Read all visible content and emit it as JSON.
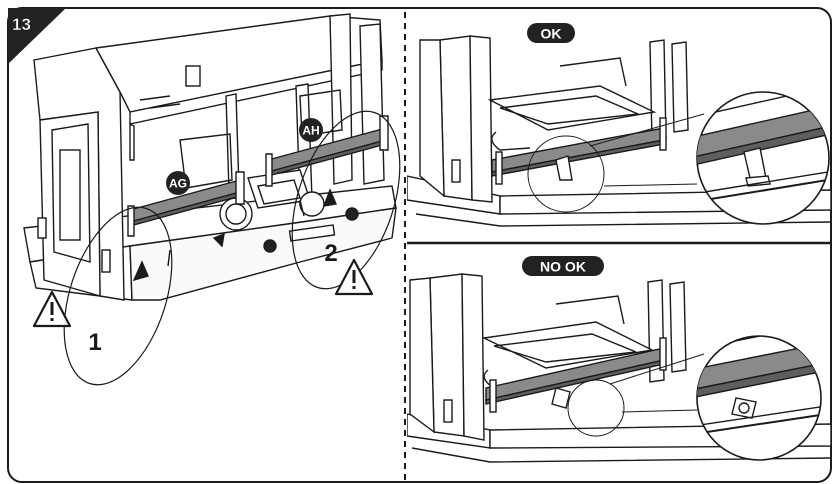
{
  "step": {
    "number": "13"
  },
  "labels": {
    "part_ag": "AG",
    "part_ah": "AH",
    "callout_1": "1",
    "callout_2": "2"
  },
  "status": {
    "ok": "OK",
    "not_ok": "NO OK"
  },
  "colors": {
    "line": "#1a1a1a",
    "badge": "#222222",
    "rail": "#8a8a8a",
    "rail_dark": "#5e5e5e",
    "background": "#ffffff"
  },
  "icons": [
    "warning-icon",
    "warning-icon"
  ]
}
